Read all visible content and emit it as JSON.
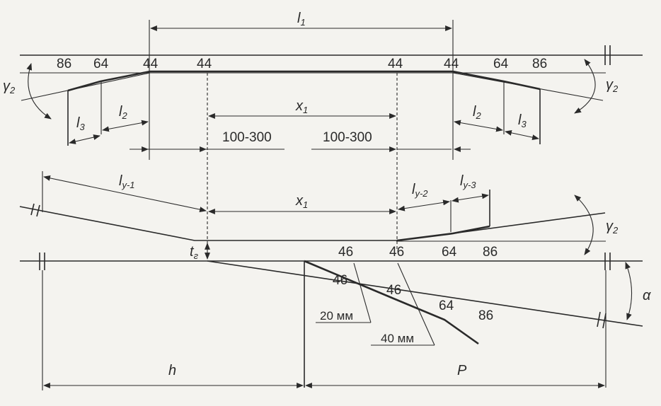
{
  "top": {
    "l1": "l",
    "l1_sub": "1",
    "marks_left": [
      "86",
      "64",
      "44"
    ],
    "marks_center": [
      "44",
      "44"
    ],
    "marks_right": [
      "44",
      "64",
      "86"
    ],
    "gamma": "γ",
    "gamma_sub": "2",
    "x1": "x",
    "x1_sub": "1",
    "l2": "l",
    "l2_sub": "2",
    "l3": "l",
    "l3_sub": "3",
    "range_left": "100-300",
    "range_right": "100-300"
  },
  "middle": {
    "ly1": "l",
    "ly1_sub": "y-1",
    "x1": "x",
    "x1_sub": "1",
    "ly2": "l",
    "ly2_sub": "y-2",
    "ly3": "l",
    "ly3_sub": "y-3",
    "gamma": "γ",
    "gamma_sub": "2",
    "marks": [
      "46",
      "46",
      "64",
      "86"
    ],
    "tg": "t",
    "tg_sub": "г"
  },
  "bottom": {
    "marks": [
      "46",
      "46",
      "64",
      "86"
    ],
    "callout_20": "20 мм",
    "callout_40": "40 мм",
    "alpha": "α",
    "h": "h",
    "P": "P"
  }
}
